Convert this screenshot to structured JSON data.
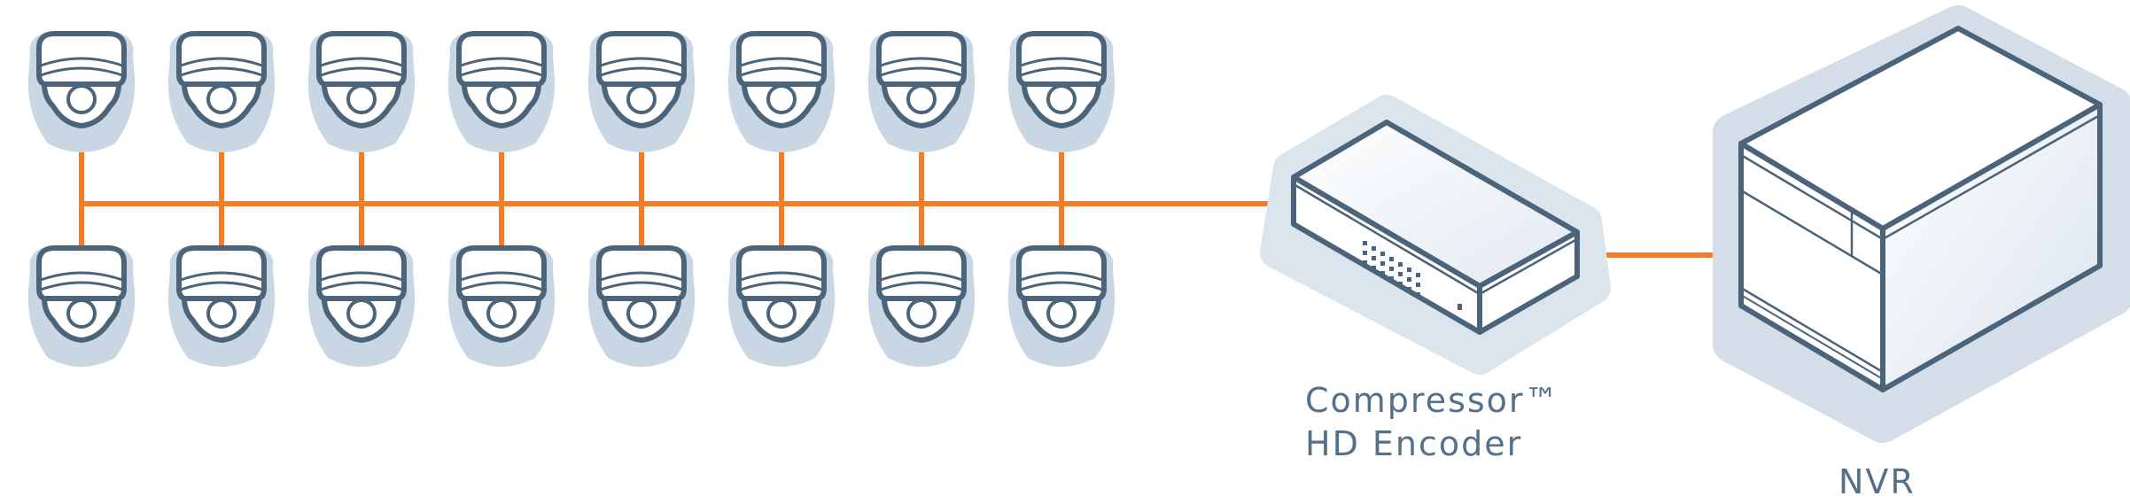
{
  "encoder": {
    "line1": "Compressor™",
    "line2": "HD Encoder"
  },
  "nvr": {
    "label": "NVR"
  },
  "cameras": {
    "top_row_count": 8,
    "bottom_row_count": 8
  },
  "colors": {
    "stroke": "#4c6479",
    "halo": "#c9d7e5",
    "cable": "#f07d2a",
    "face": "#ffffff"
  }
}
